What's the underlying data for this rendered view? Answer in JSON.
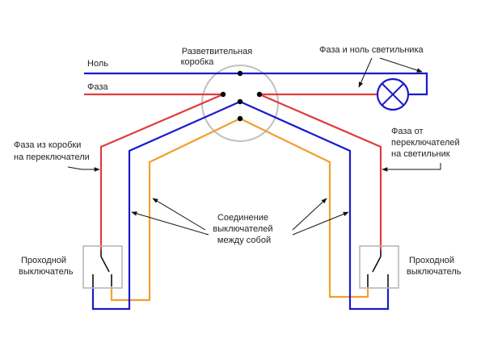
{
  "colors": {
    "neutral": "#1a1acc",
    "phase": "#e03c3c",
    "link": "#f0a030",
    "box": "#c0c0c0",
    "switch_box": "#b8b8b8",
    "text": "#222222",
    "lamp": "#1a1acc"
  },
  "labels": {
    "neutral": "Ноль",
    "phase": "Фаза",
    "junction_box_1": "Разветвительная",
    "junction_box_2": "коробка",
    "lamp_phase_neutral": "Фаза и ноль светильника",
    "phase_from_box_1": "Фаза из коробки",
    "phase_from_box_2": "на переключатели",
    "phase_from_switches_1": "Фаза от",
    "phase_from_switches_2": "переключателей",
    "phase_from_switches_3": "на светильник",
    "connection_1": "Соединение",
    "connection_2": "выключателей",
    "connection_3": "между собой",
    "left_switch_1": "Проходной",
    "left_switch_2": "выключатель",
    "right_switch_1": "Проходной",
    "right_switch_2": "выключатель"
  },
  "icons": {
    "lamp": "lamp-icon",
    "left_switch": "switch-icon",
    "right_switch": "switch-icon"
  }
}
